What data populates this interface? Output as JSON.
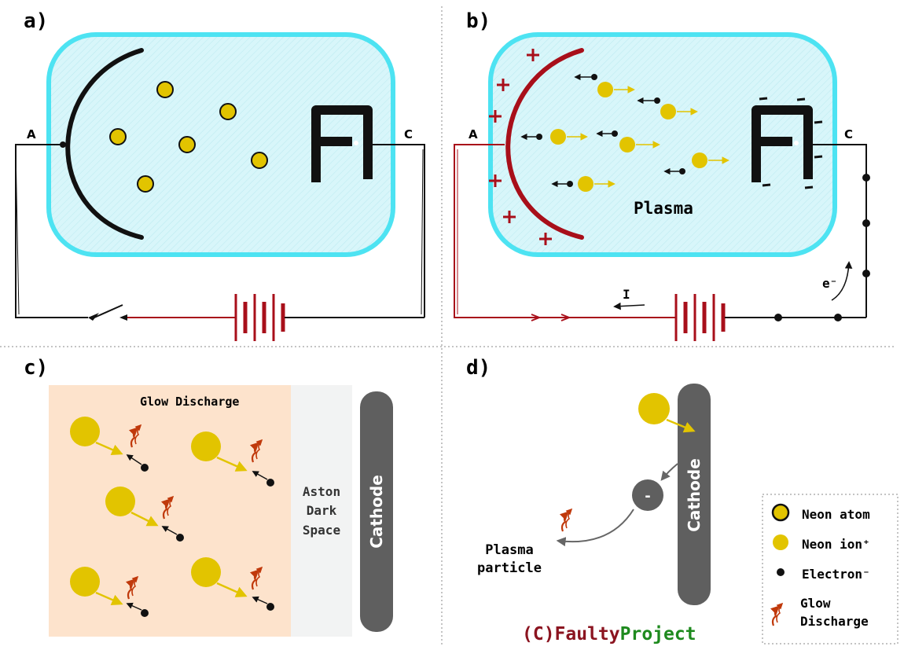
{
  "colors": {
    "tube_stroke": "#4de3f2",
    "tube_fill": "#d8f6fa",
    "neon": "#e2c400",
    "neon_stroke": "#111111",
    "electron": "#111111",
    "positive": "#a80f1a",
    "wire": "#111111",
    "wire_active": "#a80f1a",
    "glow_region": "#fde3cc",
    "dark_space": "#f2f3f3",
    "cathode_bar": "#5f5f5f",
    "glow_arrow": "#c0390b",
    "brand_red": "#8b1420",
    "brand_green": "#1e8a1e"
  },
  "panels": {
    "a": {
      "label": "a)",
      "anode": "A",
      "cathode": "C"
    },
    "b": {
      "label": "b)",
      "anode": "A",
      "cathode": "C",
      "plasma": "Plasma",
      "current": "I",
      "electron_flow": "e⁻"
    },
    "c": {
      "label": "c)",
      "glow_title": "Glow Discharge",
      "dark_space_lines": [
        "Aston",
        "Dark",
        "Space"
      ],
      "cathode": "Cathode"
    },
    "d": {
      "label": "d)",
      "cathode": "Cathode",
      "ion_sign": "-",
      "plasma_lines": [
        "Plasma",
        "particle"
      ]
    }
  },
  "legend": {
    "items": [
      {
        "icon": "neon-atom-icon",
        "label": "Neon atom"
      },
      {
        "icon": "neon-ion-icon",
        "label": "Neon ion⁺"
      },
      {
        "icon": "electron-icon",
        "label": "Electron⁻"
      },
      {
        "icon": "glow-discharge-icon",
        "label": "Glow Discharge"
      }
    ]
  },
  "credit": {
    "prefix": "(C)",
    "part1": "Faulty",
    "part2": "Proj",
    "part3": "ect"
  }
}
